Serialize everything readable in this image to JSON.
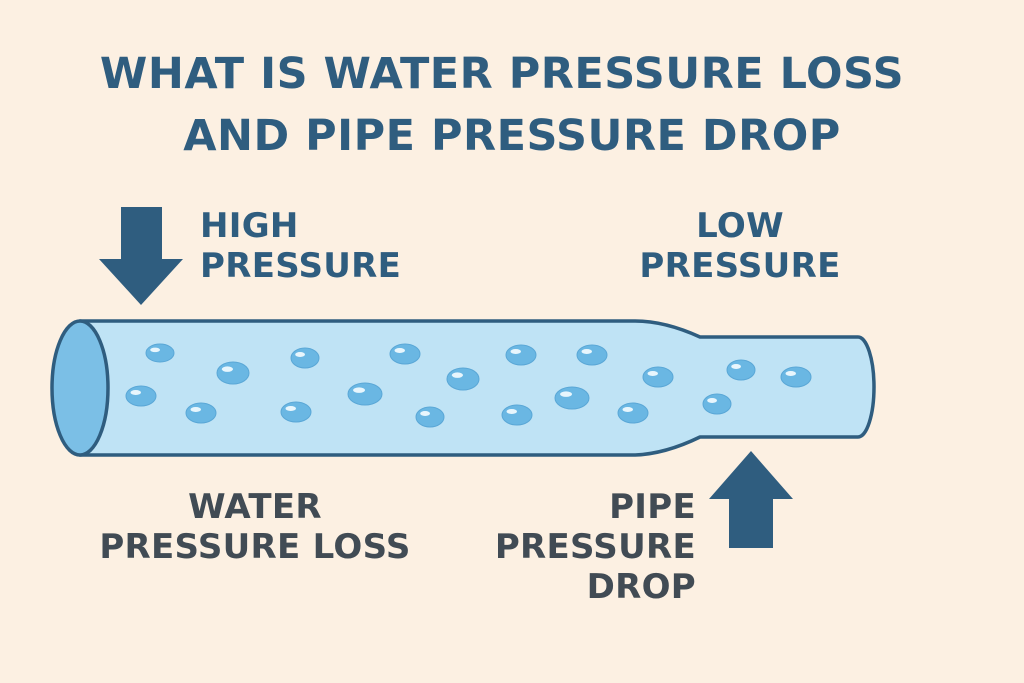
{
  "title": {
    "line1": "WHAT IS WATER PRESSURE LOSS",
    "line2": "AND PIPE PRESSURE DROP"
  },
  "labels": {
    "high_pressure": [
      "HIGH",
      "PRESSURE"
    ],
    "low_pressure": [
      "LOW",
      "PRESSURE"
    ],
    "water_pressure_loss": [
      "WATER",
      "PRESSURE LOSS"
    ],
    "pipe_pressure_drop": [
      "PIPE",
      "PRESSURE",
      "DROP"
    ]
  },
  "colors": {
    "background": "#fcf0e2",
    "title": "#2f5d7f",
    "arrow": "#2f5d7f",
    "dark_text": "#414b54",
    "pipe_fill": "#bfe3f5",
    "pipe_outline": "#2f5d7f",
    "pipe_end": "#7bbfe6",
    "droplet": "#6ab7e3"
  },
  "icons": {
    "high_pressure_arrow": "arrow-down-icon",
    "pressure_drop_arrow": "arrow-up-icon",
    "water_droplets": "water-droplet-icon"
  }
}
